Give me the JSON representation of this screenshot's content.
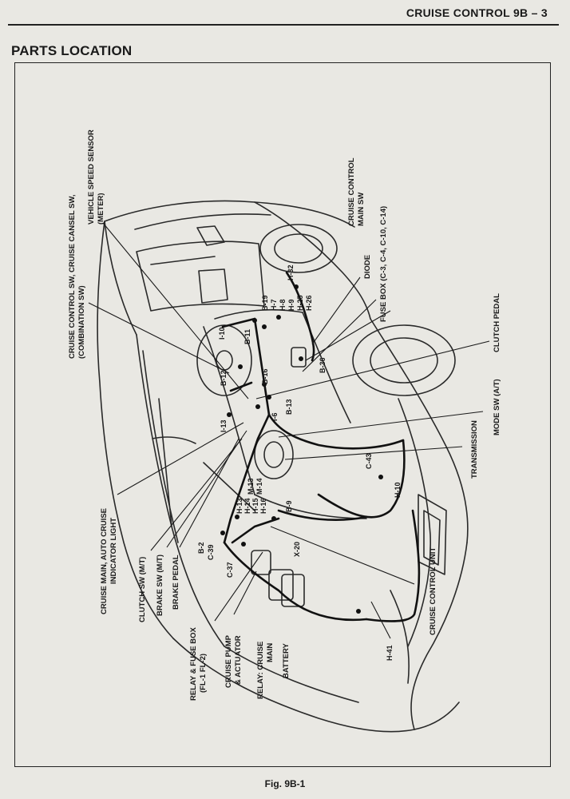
{
  "header": {
    "title": "CRUISE CONTROL 9B – 3"
  },
  "section": {
    "title": "PARTS LOCATION"
  },
  "figure": {
    "caption": "Fig. 9B-1"
  },
  "callouts": [
    {
      "text": "VEHICLE SPEED SENSOR"
    },
    {
      "text": "(METER)"
    },
    {
      "text": "CRUISE CONTROL SW, CRUISE CANSEL SW,"
    },
    {
      "text": "(COMBINATION SW)"
    },
    {
      "text": "CRUISE CONTROL"
    },
    {
      "text": "MAIN SW"
    },
    {
      "text": "DIODE"
    },
    {
      "text": "FUSE BOX (C-3, C-4, C-10, C-14)"
    },
    {
      "text": "CLUTCH PEDAL"
    },
    {
      "text": "MODE SW (A/T)"
    },
    {
      "text": "TRANSMISSION"
    },
    {
      "text": "CRUISE CONTROL UNIT"
    },
    {
      "text": "CRUISE MAIN, AUTO CRUISE"
    },
    {
      "text": "INDICATOR LIGHT"
    },
    {
      "text": "CLUTCH SW (M/T)"
    },
    {
      "text": "BRAKE SW (M/T)"
    },
    {
      "text": "BRAKE PEDAL"
    },
    {
      "text": "RELAY & FUSE BOX"
    },
    {
      "text": "(FL-1 FL-2)"
    },
    {
      "text": "CRUISE PUMP"
    },
    {
      "text": "& ACTUATOR"
    },
    {
      "text": "RELAY: CRUISE"
    },
    {
      "text": "MAIN"
    },
    {
      "text": "BATTERY"
    }
  ],
  "connectors": [
    "I-10",
    "B-11",
    "B-19",
    "H-7",
    "H-8",
    "H-9",
    "H-25",
    "H-26",
    "H-32",
    "B-36",
    "B-16",
    "B-13",
    "I-6",
    "B-12",
    "I-13",
    "C-43",
    "H-10",
    "M-13",
    "M-14",
    "H-13",
    "H-14",
    "H-15",
    "H-16",
    "B-9",
    "B-2",
    "C-39",
    "C-37",
    "X-20",
    "H-41"
  ]
}
